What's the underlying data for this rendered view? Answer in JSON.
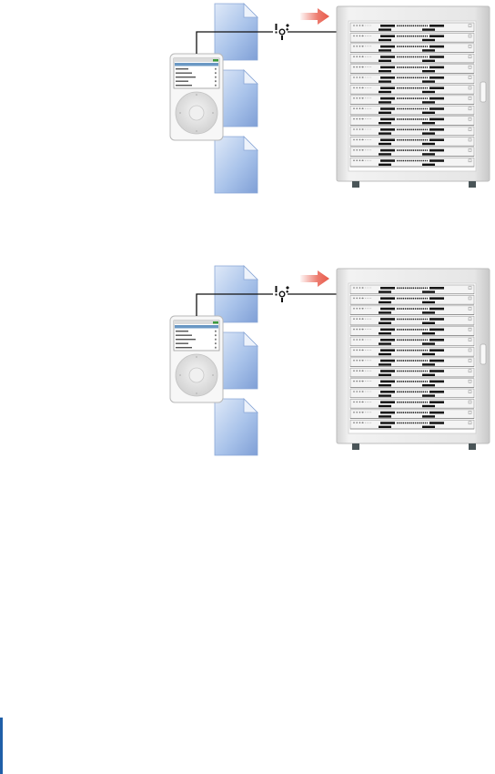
{
  "diagrams": [
    {
      "id": "top",
      "documents": 3,
      "rack_units": 14,
      "connection": "firewire",
      "direction": "to-server"
    },
    {
      "id": "bottom",
      "documents": 3,
      "rack_units": 14,
      "connection": "firewire",
      "direction": "to-server"
    }
  ],
  "icons": [
    "document-icon",
    "ipod-icon",
    "firewire-icon",
    "arrow-right-icon",
    "server-rack-icon"
  ],
  "colors": {
    "document_fill": "#a9c3ea",
    "arrow": "#e85a4a",
    "ipod_screen_bar": "#6a98c4",
    "battery": "#3d9a3d",
    "rack_frame": "#e6e6e6",
    "margin_bar": "#1f5fa8"
  }
}
